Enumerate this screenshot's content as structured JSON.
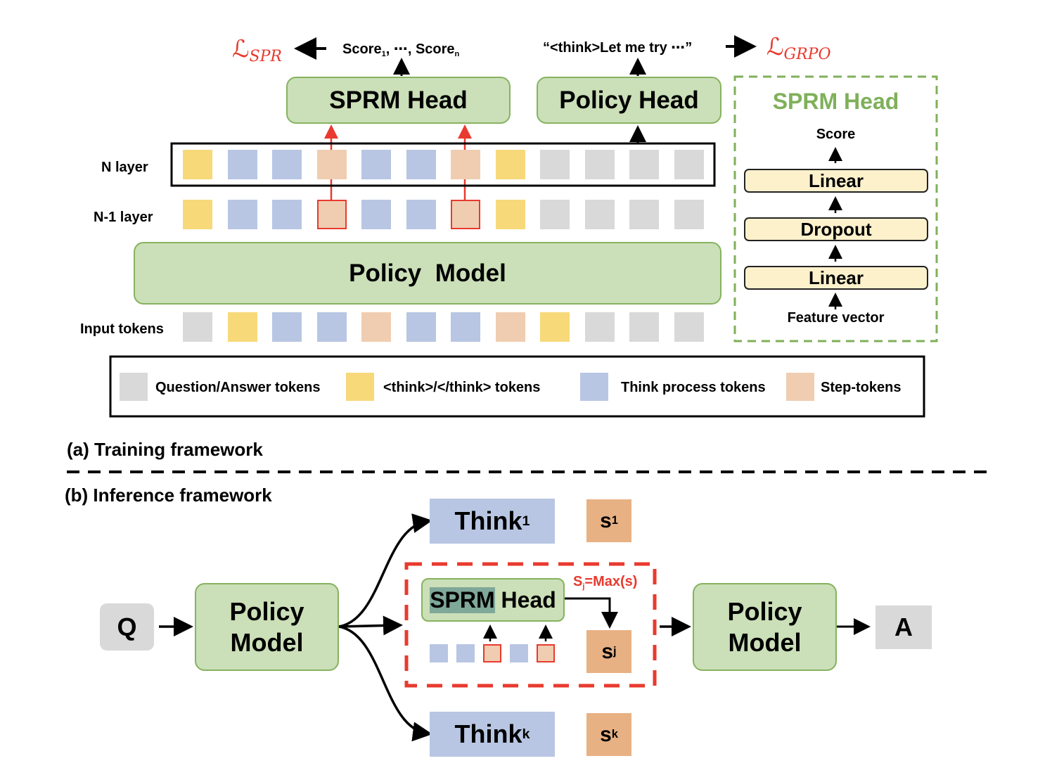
{
  "colors": {
    "question_answer": "#d9d9d9",
    "think_tag": "#f7d97a",
    "think_process": "#b8c6e3",
    "step": "#f0cdb1",
    "score": "#e8b184",
    "model_green": "#cbdfb8",
    "highlight_red": "#e83a2e",
    "layer_yellow": "#fdf1cc",
    "sprm_title_green": "#7fb05a"
  },
  "training": {
    "loss_spr": {
      "symbol": "ℒ",
      "subscript": "SPR"
    },
    "loss_grpo": {
      "symbol": "ℒ",
      "subscript": "GRPO"
    },
    "scores_text": {
      "prefix": "Score",
      "sub1": "1",
      "middle": ", ⋯, Score",
      "subn": "n"
    },
    "policy_output_text": "“<think>Let me try ⋯”",
    "sprm_head_label": "SPRM Head",
    "policy_head_label": "Policy Head",
    "policy_model_label": "Policy  Model",
    "row_labels": {
      "n_layer": "N layer",
      "n1_layer": "N-1 layer",
      "input": "Input tokens"
    },
    "n_layer_tokens": [
      "think_tag",
      "think_process",
      "think_process",
      "step",
      "think_process",
      "think_process",
      "step",
      "think_tag",
      "question_answer",
      "question_answer",
      "question_answer",
      "question_answer"
    ],
    "n1_layer_tokens": [
      "think_tag",
      "think_process",
      "think_process",
      "step",
      "think_process",
      "think_process",
      "step",
      "think_tag",
      "question_answer",
      "question_answer",
      "question_answer",
      "question_answer"
    ],
    "n1_highlighted_indices": [
      3,
      6
    ],
    "input_tokens": [
      "question_answer",
      "think_tag",
      "think_process",
      "think_process",
      "step",
      "think_process",
      "think_process",
      "step",
      "think_tag",
      "question_answer",
      "question_answer",
      "question_answer"
    ],
    "caption": "(a) Training framework"
  },
  "sprm_detail": {
    "title": "SPRM Head",
    "output": "Score",
    "layers": [
      "Linear",
      "Dropout",
      "Linear"
    ],
    "input": "Feature vector"
  },
  "legend": [
    {
      "key": "question_answer",
      "label": "Question/Answer tokens"
    },
    {
      "key": "think_tag",
      "label": "<think>/</think> tokens"
    },
    {
      "key": "think_process",
      "label": "Think process tokens"
    },
    {
      "key": "step",
      "label": "Step-tokens"
    }
  ],
  "inference": {
    "caption": "(b) Inference framework",
    "q_label": "Q",
    "a_label": "A",
    "policy_model_line1": "Policy",
    "policy_model_line2": "Model",
    "think1": {
      "base": "Think",
      "sub": "1"
    },
    "thinkk": {
      "base": "Think",
      "sub": "k"
    },
    "s1": {
      "base": "s",
      "sub": "1"
    },
    "sj": {
      "base": "s",
      "sub": "j"
    },
    "sk": {
      "base": "s",
      "sub": "k"
    },
    "sprm_head_highlight": "SPRM",
    "sprm_head_rest": " Head",
    "max_rule": {
      "base": "S",
      "sub": "j",
      "rest": "=Max(s)"
    },
    "inner_tokens": [
      "think_process",
      "think_process",
      "step",
      "think_process",
      "step"
    ],
    "inner_highlighted_indices": [
      2,
      4
    ]
  }
}
